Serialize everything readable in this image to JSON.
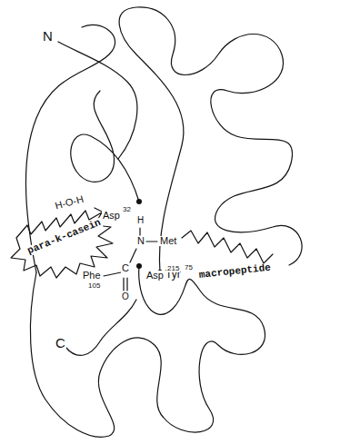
{
  "diagram": {
    "labels": [
      "N",
      "Tyr",
      "75",
      "H-O-H",
      "Asp",
      "32",
      "para-k-casein",
      "H",
      "N",
      "Met",
      "Phe",
      "105",
      "C",
      "O",
      "Asp",
      "215",
      "macropeptide",
      "C"
    ]
  }
}
